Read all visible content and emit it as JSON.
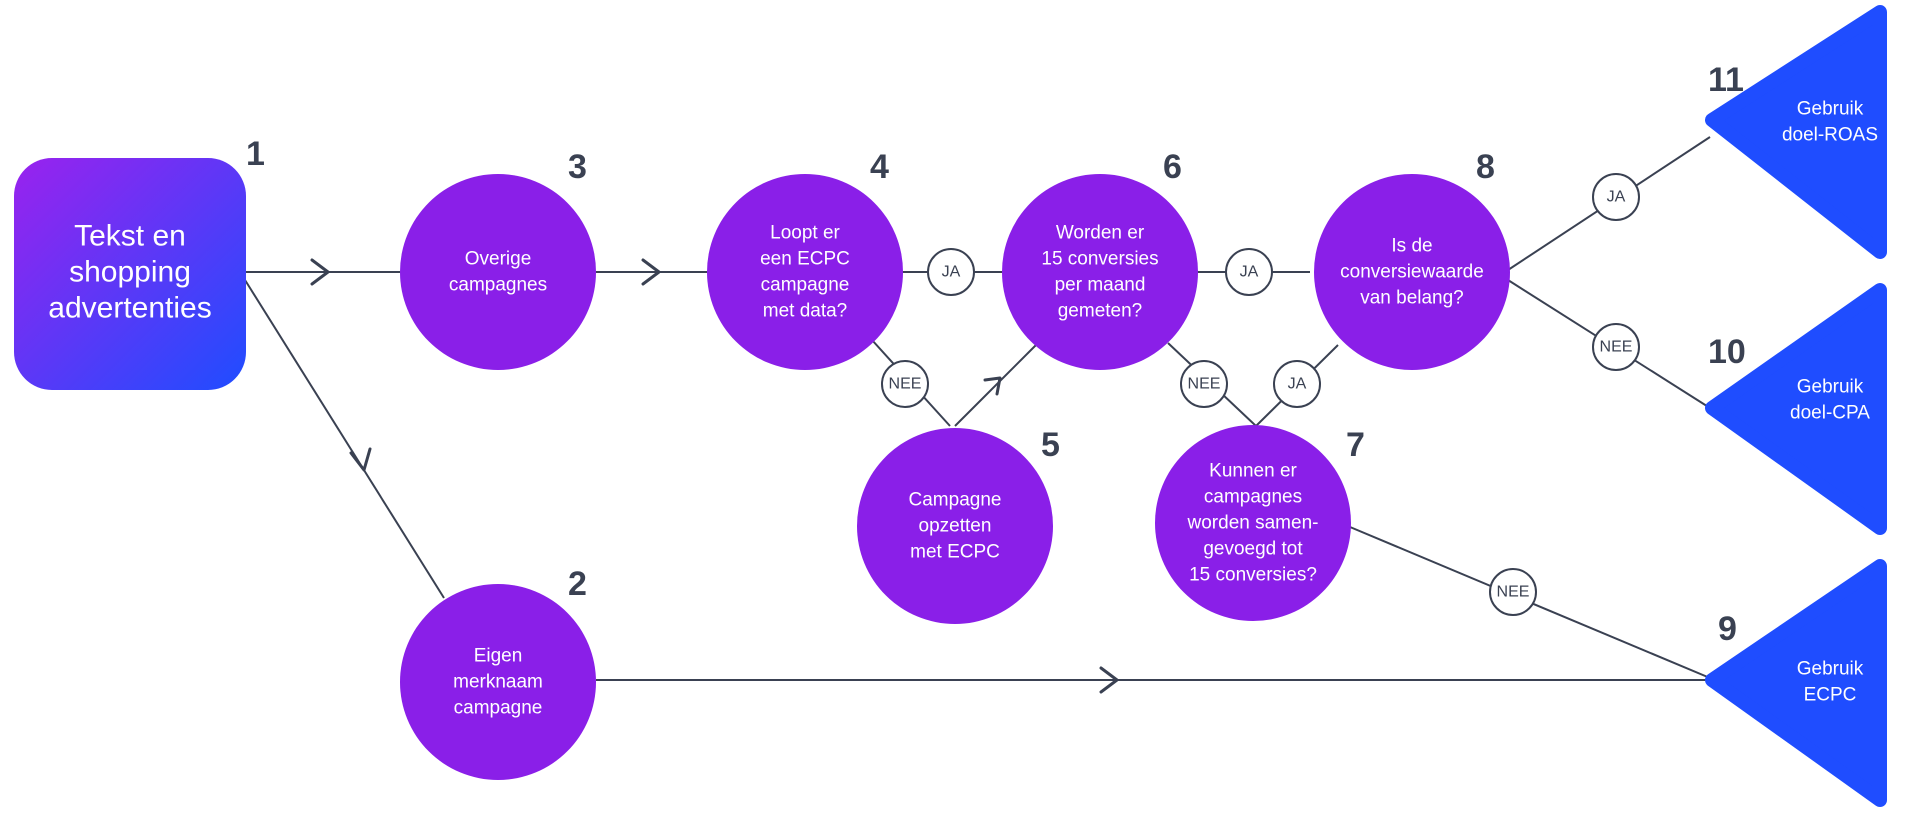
{
  "colors": {
    "circle": "#8a1fe8",
    "triangle": "#1f4dff",
    "start_gradient_from": "#9a22ee",
    "start_gradient_to": "#1f4dff",
    "line": "#3a4152"
  },
  "start": {
    "number": "1",
    "lines": [
      "Tekst en",
      "shopping",
      "advertenties"
    ]
  },
  "nodes": {
    "n2": {
      "number": "2",
      "lines": [
        "Eigen",
        "merknaam",
        "campagne"
      ]
    },
    "n3": {
      "number": "3",
      "lines": [
        "Overige",
        "campagnes"
      ]
    },
    "n4": {
      "number": "4",
      "lines": [
        "Loopt er",
        "een ECPC",
        "campagne",
        "met data?"
      ]
    },
    "n5": {
      "number": "5",
      "lines": [
        "Campagne",
        "opzetten",
        "met ECPC"
      ]
    },
    "n6": {
      "number": "6",
      "lines": [
        "Worden er",
        "15 conversies",
        "per maand",
        "gemeten?"
      ]
    },
    "n7": {
      "number": "7",
      "lines": [
        "Kunnen er",
        "campagnes",
        "worden samen-",
        "gevoegd tot",
        "15 conversies?"
      ]
    },
    "n8": {
      "number": "8",
      "lines": [
        "Is de",
        "conversiewaarde",
        "van belang?"
      ]
    }
  },
  "outcomes": {
    "n9": {
      "number": "9",
      "lines": [
        "Gebruik",
        "ECPC"
      ]
    },
    "n10": {
      "number": "10",
      "lines": [
        "Gebruik",
        "doel-CPA"
      ]
    },
    "n11": {
      "number": "11",
      "lines": [
        "Gebruik",
        "doel-ROAS"
      ]
    }
  },
  "edge_labels": {
    "e4_6": "JA",
    "e4_5": "NEE",
    "e6_8": "JA",
    "e6_7": "NEE",
    "e7_8": "JA",
    "e8_11": "JA",
    "e8_10": "NEE",
    "e7_9": "NEE"
  }
}
